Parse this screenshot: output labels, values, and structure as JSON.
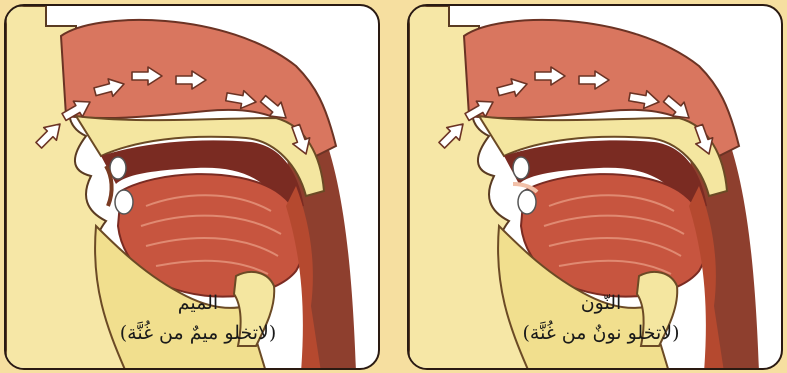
{
  "panels": {
    "left": {
      "label": "الميم",
      "note": "(لاتخلو ميمٌ من غُنَّة)"
    },
    "right": {
      "label": "النّون",
      "note": "(لاتخلو نونٌ من غُنَّة)"
    }
  },
  "colors": {
    "background": "#f6dfa0",
    "nasal": "#d9745f",
    "skin": "#f4e6a0",
    "tongue": "#c7553f",
    "arrow": "#ffffff"
  }
}
